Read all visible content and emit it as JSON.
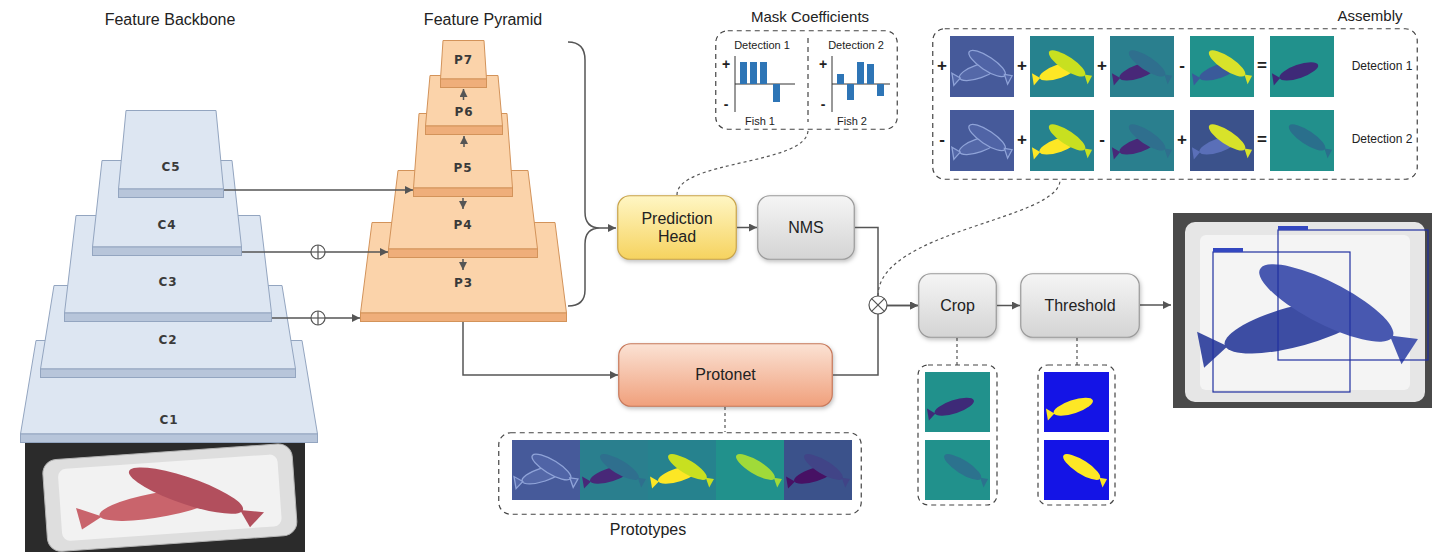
{
  "diagram": {
    "nodes": [
      {
        "text": [
          "C5"
        ]
      },
      {
        "text": [
          "C4"
        ]
      },
      {
        "text": [
          "C3"
        ]
      },
      {
        "text": [
          "C2"
        ]
      },
      {
        "text": [
          "C1"
        ]
      },
      {
        "text": [
          "P7"
        ]
      },
      {
        "text": [
          "P6"
        ]
      },
      {
        "text": [
          "P5"
        ]
      },
      {
        "text": [
          "P4"
        ]
      },
      {
        "text": [
          "P3"
        ]
      },
      {
        "text": [
          "Mask Coefficients",
          "Detection 1",
          "Fish 1",
          "Detection 2",
          "Fish 2"
        ]
      },
      {
        "text": [
          "Prediction Head"
        ]
      },
      {
        "text": [
          "NMS"
        ]
      },
      {
        "text": [
          "Protonet"
        ]
      },
      {
        "text": [
          "Prototypes"
        ]
      },
      {
        "text": [
          "Crop"
        ]
      },
      {
        "text": [
          "Threshold"
        ]
      },
      {
        "text": [
          "Assembly",
          "Detection 1",
          "Detection 2"
        ]
      }
    ],
    "edges": [
      {
        "from": 0,
        "to": 7,
        "arrow": "to"
      },
      {
        "from": 1,
        "to": 8,
        "arrow": "to"
      },
      {
        "from": 2,
        "to": 9,
        "arrow": "to"
      },
      {
        "from": 6,
        "to": 5,
        "arrow": "to"
      },
      {
        "from": 7,
        "to": 6,
        "arrow": "to"
      },
      {
        "from": 7,
        "to": 8,
        "arrow": "to"
      },
      {
        "from": 8,
        "to": 9,
        "arrow": "to"
      },
      {
        "from": 9,
        "to": 13,
        "arrow": "to"
      },
      {
        "from": 11,
        "to": 12,
        "arrow": "to"
      },
      {
        "from": 12,
        "to": 15,
        "arrow": "to"
      },
      {
        "from": 13,
        "to": 15,
        "arrow": "to"
      },
      {
        "from": 15,
        "to": 16,
        "arrow": "to"
      }
    ],
    "labels": [
      "Feature Backbone",
      "Feature Pyramid",
      "+",
      "-",
      "+",
      "-",
      "+",
      "+",
      "+",
      "-",
      "=",
      "-",
      "+",
      "-",
      "+",
      "="
    ]
  }
}
